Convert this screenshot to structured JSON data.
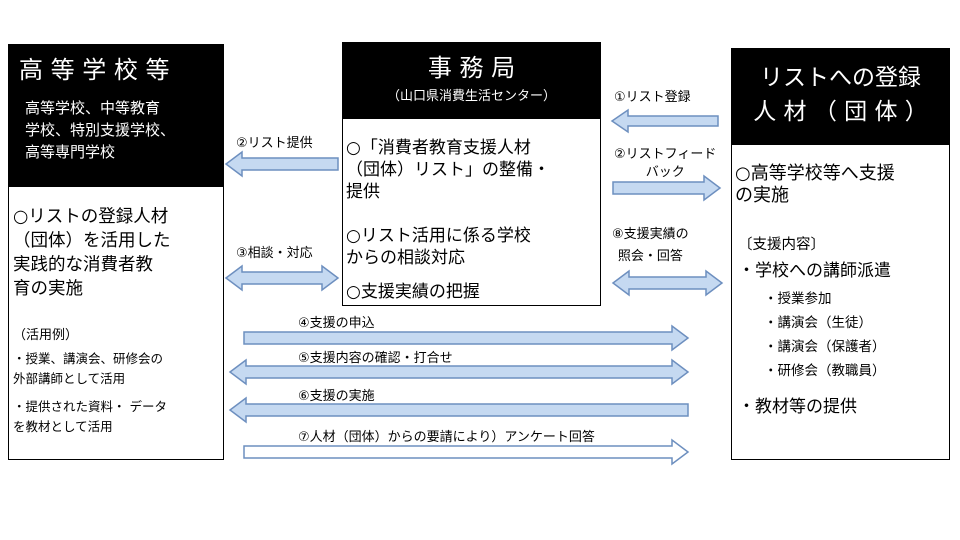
{
  "left_box": {
    "title": "高 等 学 校 等",
    "subtitle": "高等学校、中等教育\n学校、特別支援学校、\n高等専門学校",
    "main_text": "○リストの登録人材\n（団体）を活用した\n実践的な消費者教\n育の実施",
    "example_heading": "（活用例）",
    "example_item_1": "・授業、講演会、研修会の\n外部講師として活用",
    "example_item_2": "・提供された資料・ データ\nを教材として活用"
  },
  "center_box": {
    "title": "事 務 局",
    "subtitle": "（山口県消費生活センター）",
    "item_1": "○「消費者教育支援人材\n（団体）リスト」の整備・\n提供",
    "item_2": "○リスト活用に係る学校\nからの相談対応",
    "item_3": "○支援実績の把握"
  },
  "right_box": {
    "title": "リストへの登録\n人 材 （ 団 体 ）",
    "main_text": "○高等学校等へ支援\nの実施",
    "support_heading": "〔支援内容〕",
    "dispatch": "・学校への講師派遣",
    "sub_1": "・授業参加",
    "sub_2": "・講演会（生徒）",
    "sub_3": "・講演会（保護者）",
    "sub_4": "・研修会（教職員）",
    "materials": "・教材等の提供"
  },
  "arrows": {
    "a1": "①リスト登録",
    "a2_provide": "②リスト提供",
    "a2_feedback": "②リストフィード\nバック",
    "a3": "③相談・対応",
    "a8": "⑧支援実績の\n照会・回答",
    "a4": "④支援の申込",
    "a5": "⑤支援内容の確認・打合せ",
    "a6": "⑥支援の実施",
    "a7": "⑦人材（団体）からの要請により）アンケート回答"
  },
  "colors": {
    "arrow_fill": "#c5d9f1",
    "arrow_stroke": "#6d8fbf",
    "head_bg": "#000000"
  }
}
